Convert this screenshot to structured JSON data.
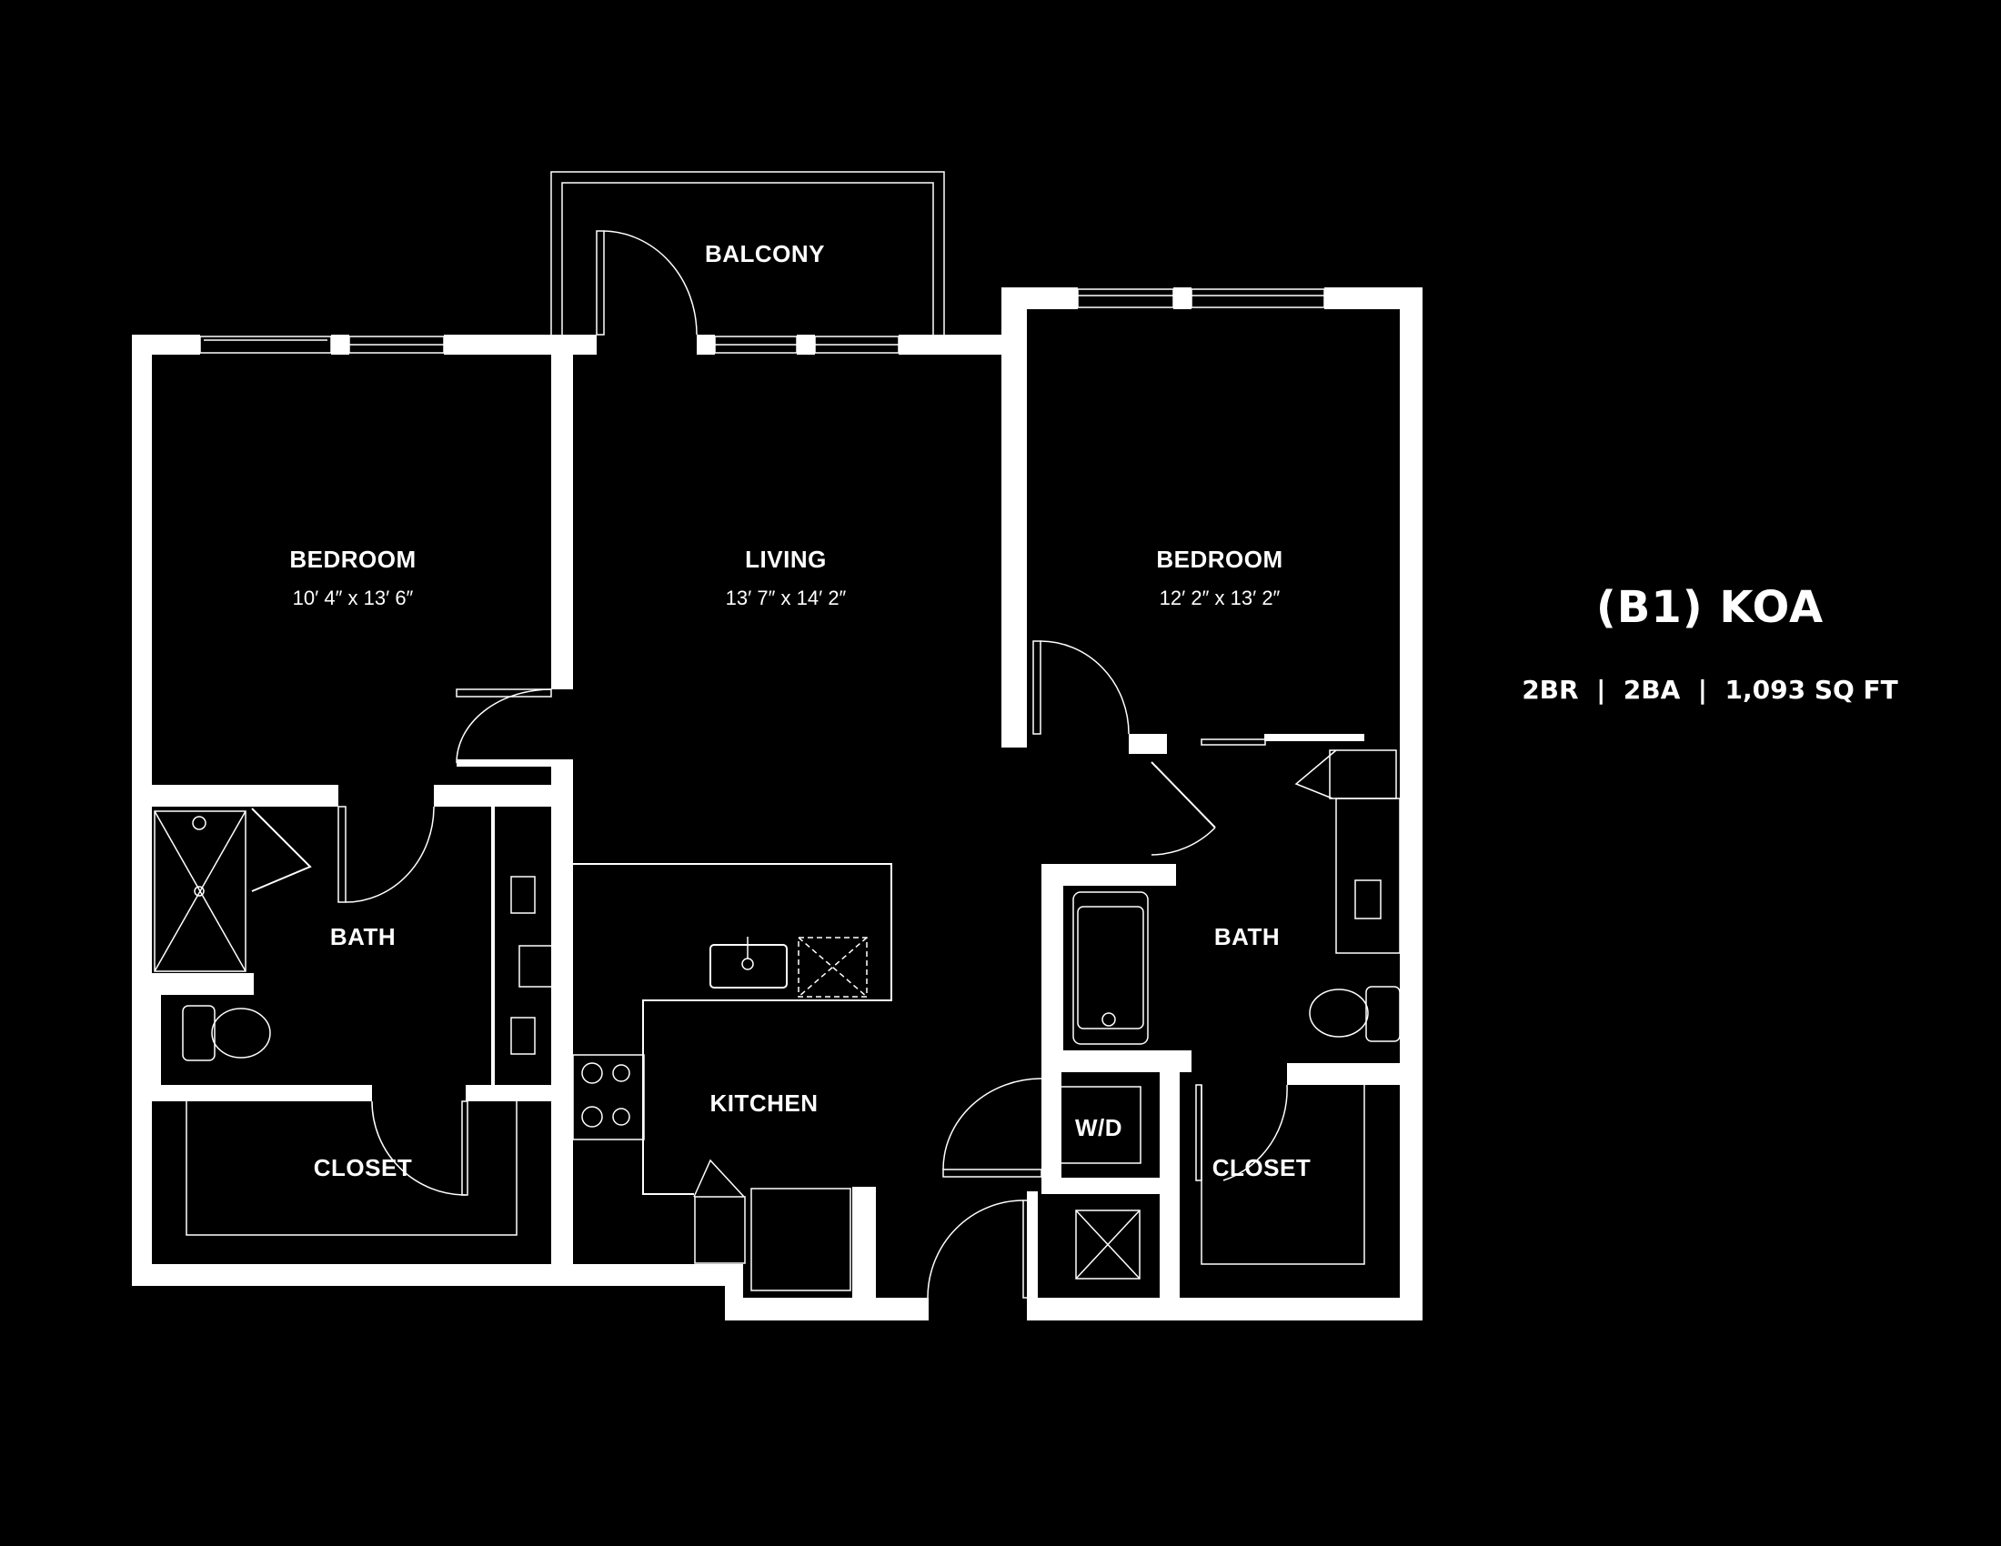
{
  "unit": {
    "title": "(B1) KOA",
    "summary": "2BR  |  2BA  |  1,093 SQ FT",
    "bedrooms": "2BR",
    "bathrooms": "2BA",
    "area": "1,093 SQ FT"
  },
  "rooms": {
    "balcony": {
      "label": "BALCONY"
    },
    "bedroom_left": {
      "label": "BEDROOM",
      "dimensions": "10′ 4″ x 13′ 6″"
    },
    "living": {
      "label": "LIVING",
      "dimensions": "13′ 7″ x 14′ 2″"
    },
    "bedroom_right": {
      "label": "BEDROOM",
      "dimensions": "12′ 2″ x 13′ 2″"
    },
    "bath_left": {
      "label": "BATH"
    },
    "bath_right": {
      "label": "BATH"
    },
    "kitchen": {
      "label": "KITCHEN"
    },
    "closet_left": {
      "label": "CLOSET"
    },
    "closet_right": {
      "label": "CLOSET"
    },
    "laundry": {
      "label": "W/D"
    }
  },
  "colors": {
    "background": "#000000",
    "walls": "#ffffff",
    "text": "#ffffff"
  }
}
